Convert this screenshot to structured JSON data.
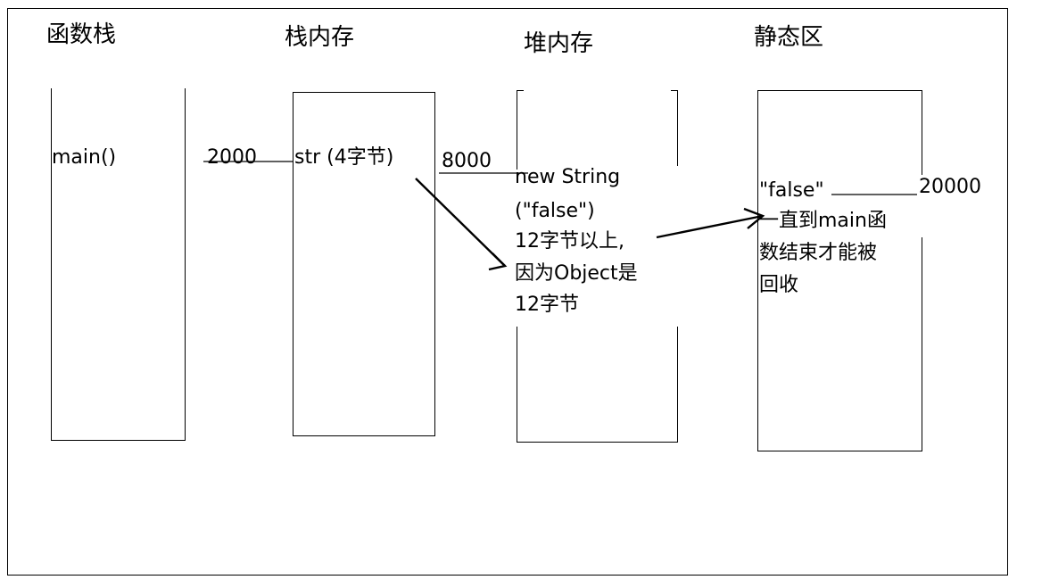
{
  "headers": {
    "func_stack": "函数栈",
    "stack_mem": "栈内存",
    "heap_mem": "堆内存",
    "static_area": "静态区"
  },
  "func_stack": {
    "main_label": "main()",
    "addr": "2000"
  },
  "stack": {
    "str_label": "str (4字节)",
    "addr": "8000"
  },
  "heap": {
    "lines": [
      "new String",
      "(\"false\")",
      "12字节以上,",
      "因为Object是",
      "12字节"
    ]
  },
  "static": {
    "value": "\"false\"",
    "addr": "20000",
    "lines": [
      "一直到main函",
      "数结束才能被",
      "回收"
    ]
  },
  "colors": {
    "line": "#000000",
    "background": "#ffffff"
  }
}
